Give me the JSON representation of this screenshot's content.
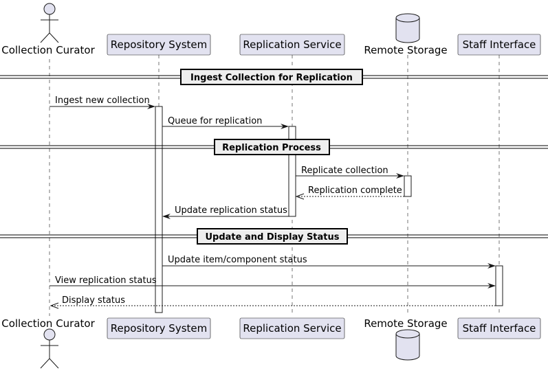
{
  "participants": [
    {
      "id": "curator",
      "label": "Collection Curator",
      "kind": "actor"
    },
    {
      "id": "repo",
      "label": "Repository System",
      "kind": "participant"
    },
    {
      "id": "replication",
      "label": "Replication Service",
      "kind": "participant"
    },
    {
      "id": "storage",
      "label": "Remote Storage",
      "kind": "database"
    },
    {
      "id": "staff",
      "label": "Staff Interface",
      "kind": "participant"
    }
  ],
  "dividers": [
    {
      "label": "Ingest Collection for Replication"
    },
    {
      "label": "Replication Process"
    },
    {
      "label": "Update and Display Status"
    }
  ],
  "messages": [
    {
      "from": "curator",
      "to": "repo",
      "label": "Ingest new collection",
      "style": "solid"
    },
    {
      "from": "repo",
      "to": "replication",
      "label": "Queue for replication",
      "style": "solid"
    },
    {
      "from": "replication",
      "to": "storage",
      "label": "Replicate collection",
      "style": "solid"
    },
    {
      "from": "storage",
      "to": "replication",
      "label": "Replication complete",
      "style": "dashed"
    },
    {
      "from": "replication",
      "to": "repo",
      "label": "Update replication status",
      "style": "solid"
    },
    {
      "from": "repo",
      "to": "staff",
      "label": "Update item/component status",
      "style": "solid"
    },
    {
      "from": "curator",
      "to": "staff",
      "label": "View replication status",
      "style": "solid"
    },
    {
      "from": "staff",
      "to": "curator",
      "label": "Display status",
      "style": "dashed"
    }
  ]
}
